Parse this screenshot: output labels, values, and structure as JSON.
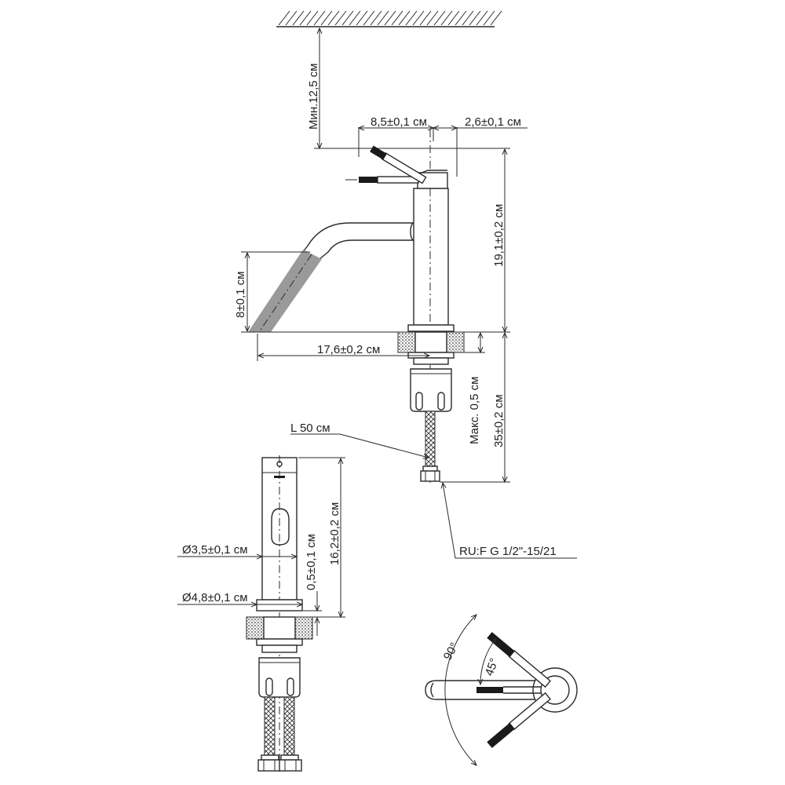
{
  "labels": {
    "min_height": "Мин.12,5 см",
    "handle_offset": "8,5±0,1 см",
    "handle_length": "2,6±0,1 см",
    "total_height": "19,1±0,2 см",
    "spout_height": "8±0,1 см",
    "spout_reach": "17,6±0,2 см",
    "max_deck": "Макс. 0,5 см",
    "shank_length": "35±0,2 см",
    "hose_length": "L 50 см",
    "connection": "RU:F G 1/2\"-15/21",
    "body_height": "16,2±0,2 см",
    "base_gap": "0,5±0,1 см",
    "body_diameter": "Ø3,5±0,1 см",
    "base_diameter": "Ø4,8±0,1 см",
    "angle_total": "90°",
    "angle_half": "45°"
  },
  "colors": {
    "line": "#2a2a2a",
    "spout_stream": "#9a9a9a",
    "handle_grip": "#1a1a1a"
  }
}
